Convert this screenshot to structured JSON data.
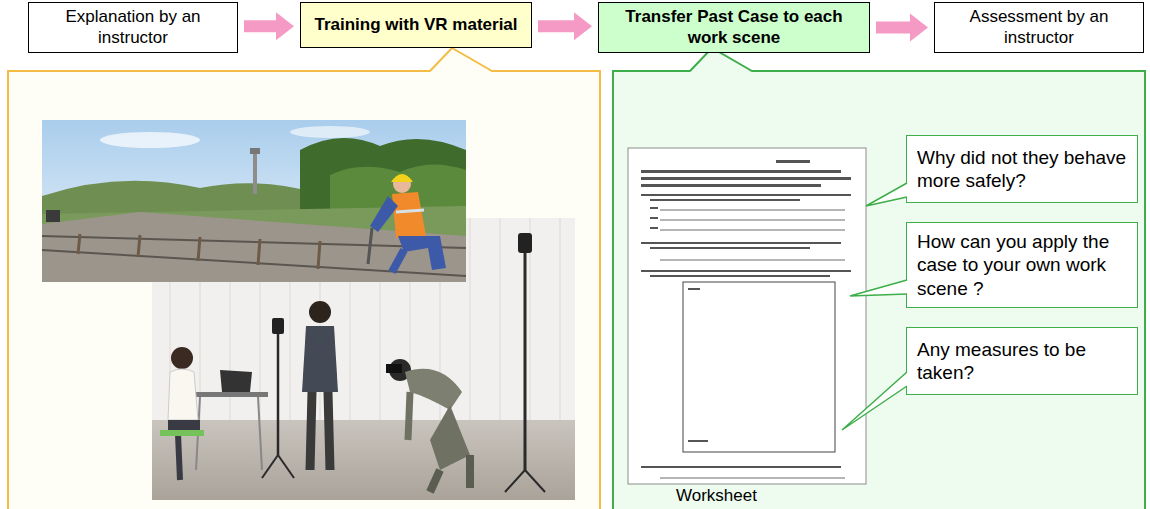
{
  "diagram": {
    "nodes": [
      {
        "text": [
          "Explanation by an instructor"
        ]
      },
      {
        "text": [
          "Training with VR material"
        ]
      },
      {
        "text": [
          "Transfer Past Case to each work scene"
        ]
      },
      {
        "text": [
          "Assessment by an instructor"
        ]
      },
      {
        "text": [
          "Why did not they behave more safely?"
        ]
      },
      {
        "text": [
          "How can you apply the case to your own work scene ?"
        ]
      },
      {
        "text": [
          "Any measures to be taken?"
        ]
      }
    ],
    "edges": [
      {
        "from": 0,
        "to": 1,
        "arrow": "to"
      },
      {
        "from": 1,
        "to": 2,
        "arrow": "to"
      },
      {
        "from": 2,
        "to": 3,
        "arrow": "to"
      }
    ],
    "labels": [
      "Worksheet"
    ]
  }
}
